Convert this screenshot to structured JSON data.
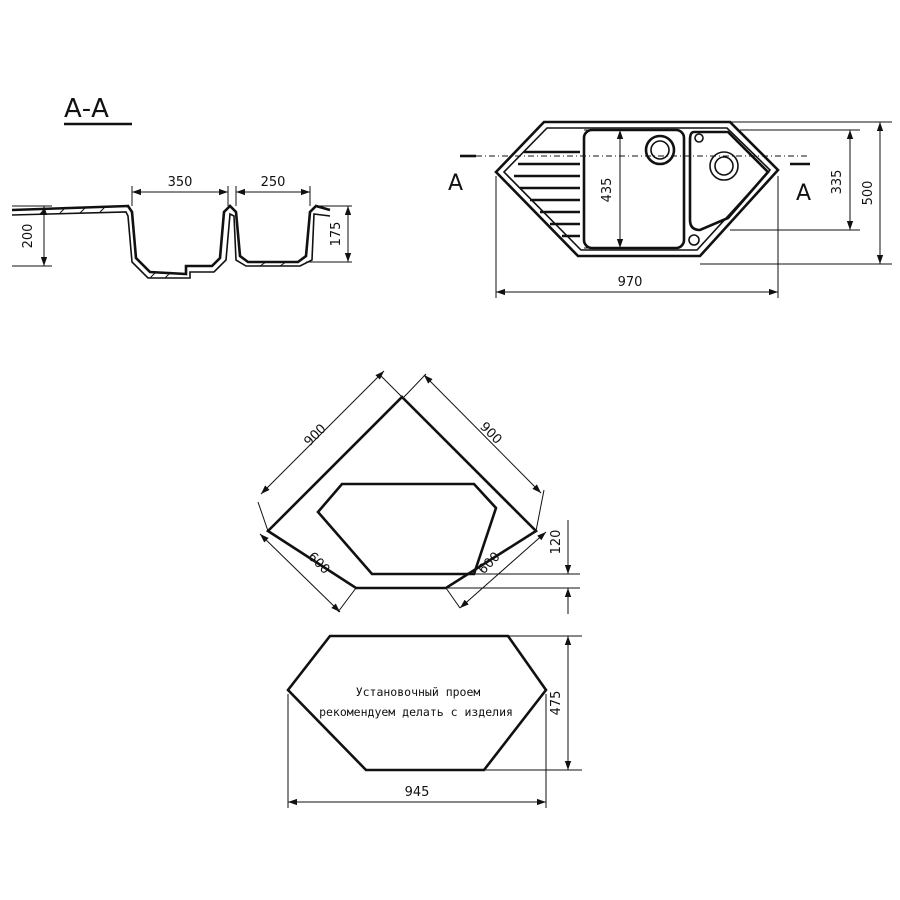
{
  "section_view": {
    "title": "А-А",
    "dims": {
      "bowl1_width": "350",
      "bowl2_width": "250",
      "height_total": "200",
      "height_bowl2": "175"
    }
  },
  "top_view": {
    "section_mark_left": "А",
    "section_mark_right": "А",
    "dims": {
      "bowl_height": "435",
      "small_bowl_height": "335",
      "depth": "500",
      "width": "970"
    }
  },
  "corner_view": {
    "dims": {
      "side_left": "900",
      "side_right": "900",
      "front_left": "600",
      "front_right": "600",
      "offset": "120"
    }
  },
  "cutout_view": {
    "note_line1": "Установочный проем",
    "note_line2": "рекомендуем делать с изделия",
    "dims": {
      "height": "475",
      "width": "945"
    }
  }
}
